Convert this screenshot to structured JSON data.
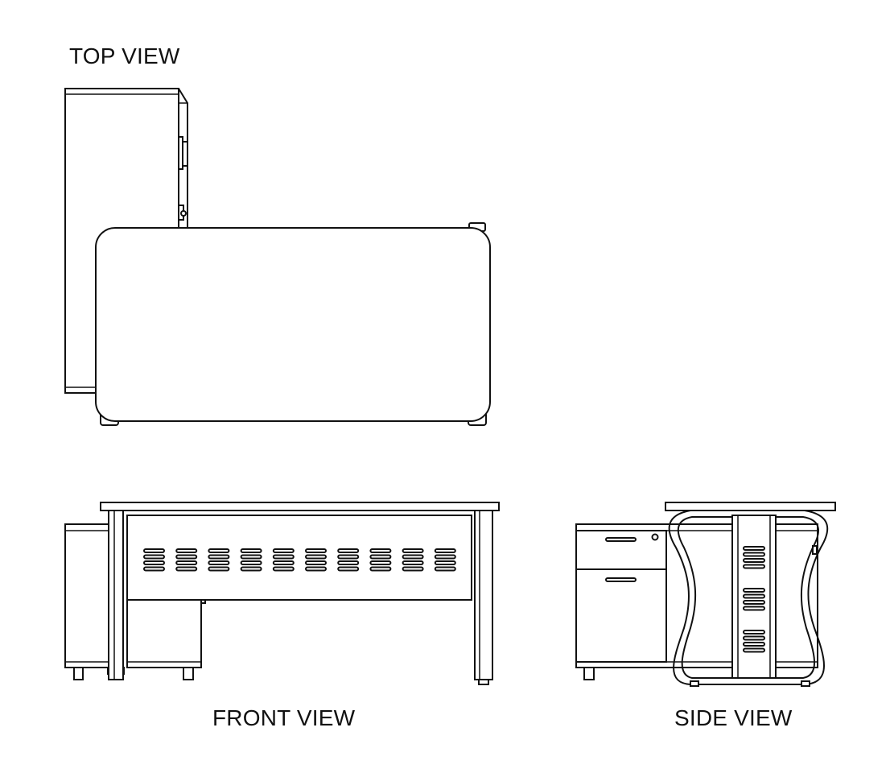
{
  "labels": {
    "top_view": "TOP VIEW",
    "front_view": "FRONT VIEW",
    "side_view": "SIDE VIEW"
  },
  "colors": {
    "line": "#111111",
    "background": "#ffffff"
  }
}
